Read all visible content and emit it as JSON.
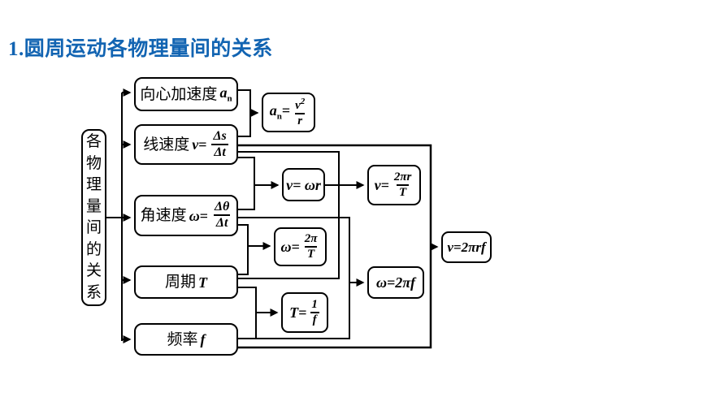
{
  "title": "1.圆周运动各物理量间的关系",
  "colors": {
    "title_blue": "#1264b2",
    "line_black": "#000000",
    "box_fill": "#ffffff"
  },
  "root_box": {
    "label": "各物理量间的关系"
  },
  "source_boxes": {
    "centripetal": {
      "label": "向心加速度",
      "var": "a",
      "sub": "n"
    },
    "linear": {
      "label": "线速度",
      "var": "v",
      "eq": "=",
      "num": "Δs",
      "den": "Δt"
    },
    "angular": {
      "label": "角速度",
      "var": "ω",
      "eq": "=",
      "num": "Δθ",
      "den": "Δt"
    },
    "period": {
      "label": "周期",
      "var": "T"
    },
    "frequency": {
      "label": "频率",
      "var": "f"
    }
  },
  "formula_boxes": {
    "an": {
      "var": "a",
      "sub": "n",
      "eq": "=",
      "num_base": "v",
      "num_sup": "2",
      "den": "r"
    },
    "v_wr": {
      "text": "v= ωr"
    },
    "v_2prT": {
      "lhs": "v=",
      "num": "2πr",
      "den": "T"
    },
    "w_2pT": {
      "lhs": "ω=",
      "num": "2π",
      "den": "T"
    },
    "w_2pf": {
      "text": "ω=2πf"
    },
    "T_1f": {
      "lhs": "T=",
      "num": "1",
      "den": "f"
    },
    "v_2prf": {
      "text": "v=2πrf"
    }
  }
}
